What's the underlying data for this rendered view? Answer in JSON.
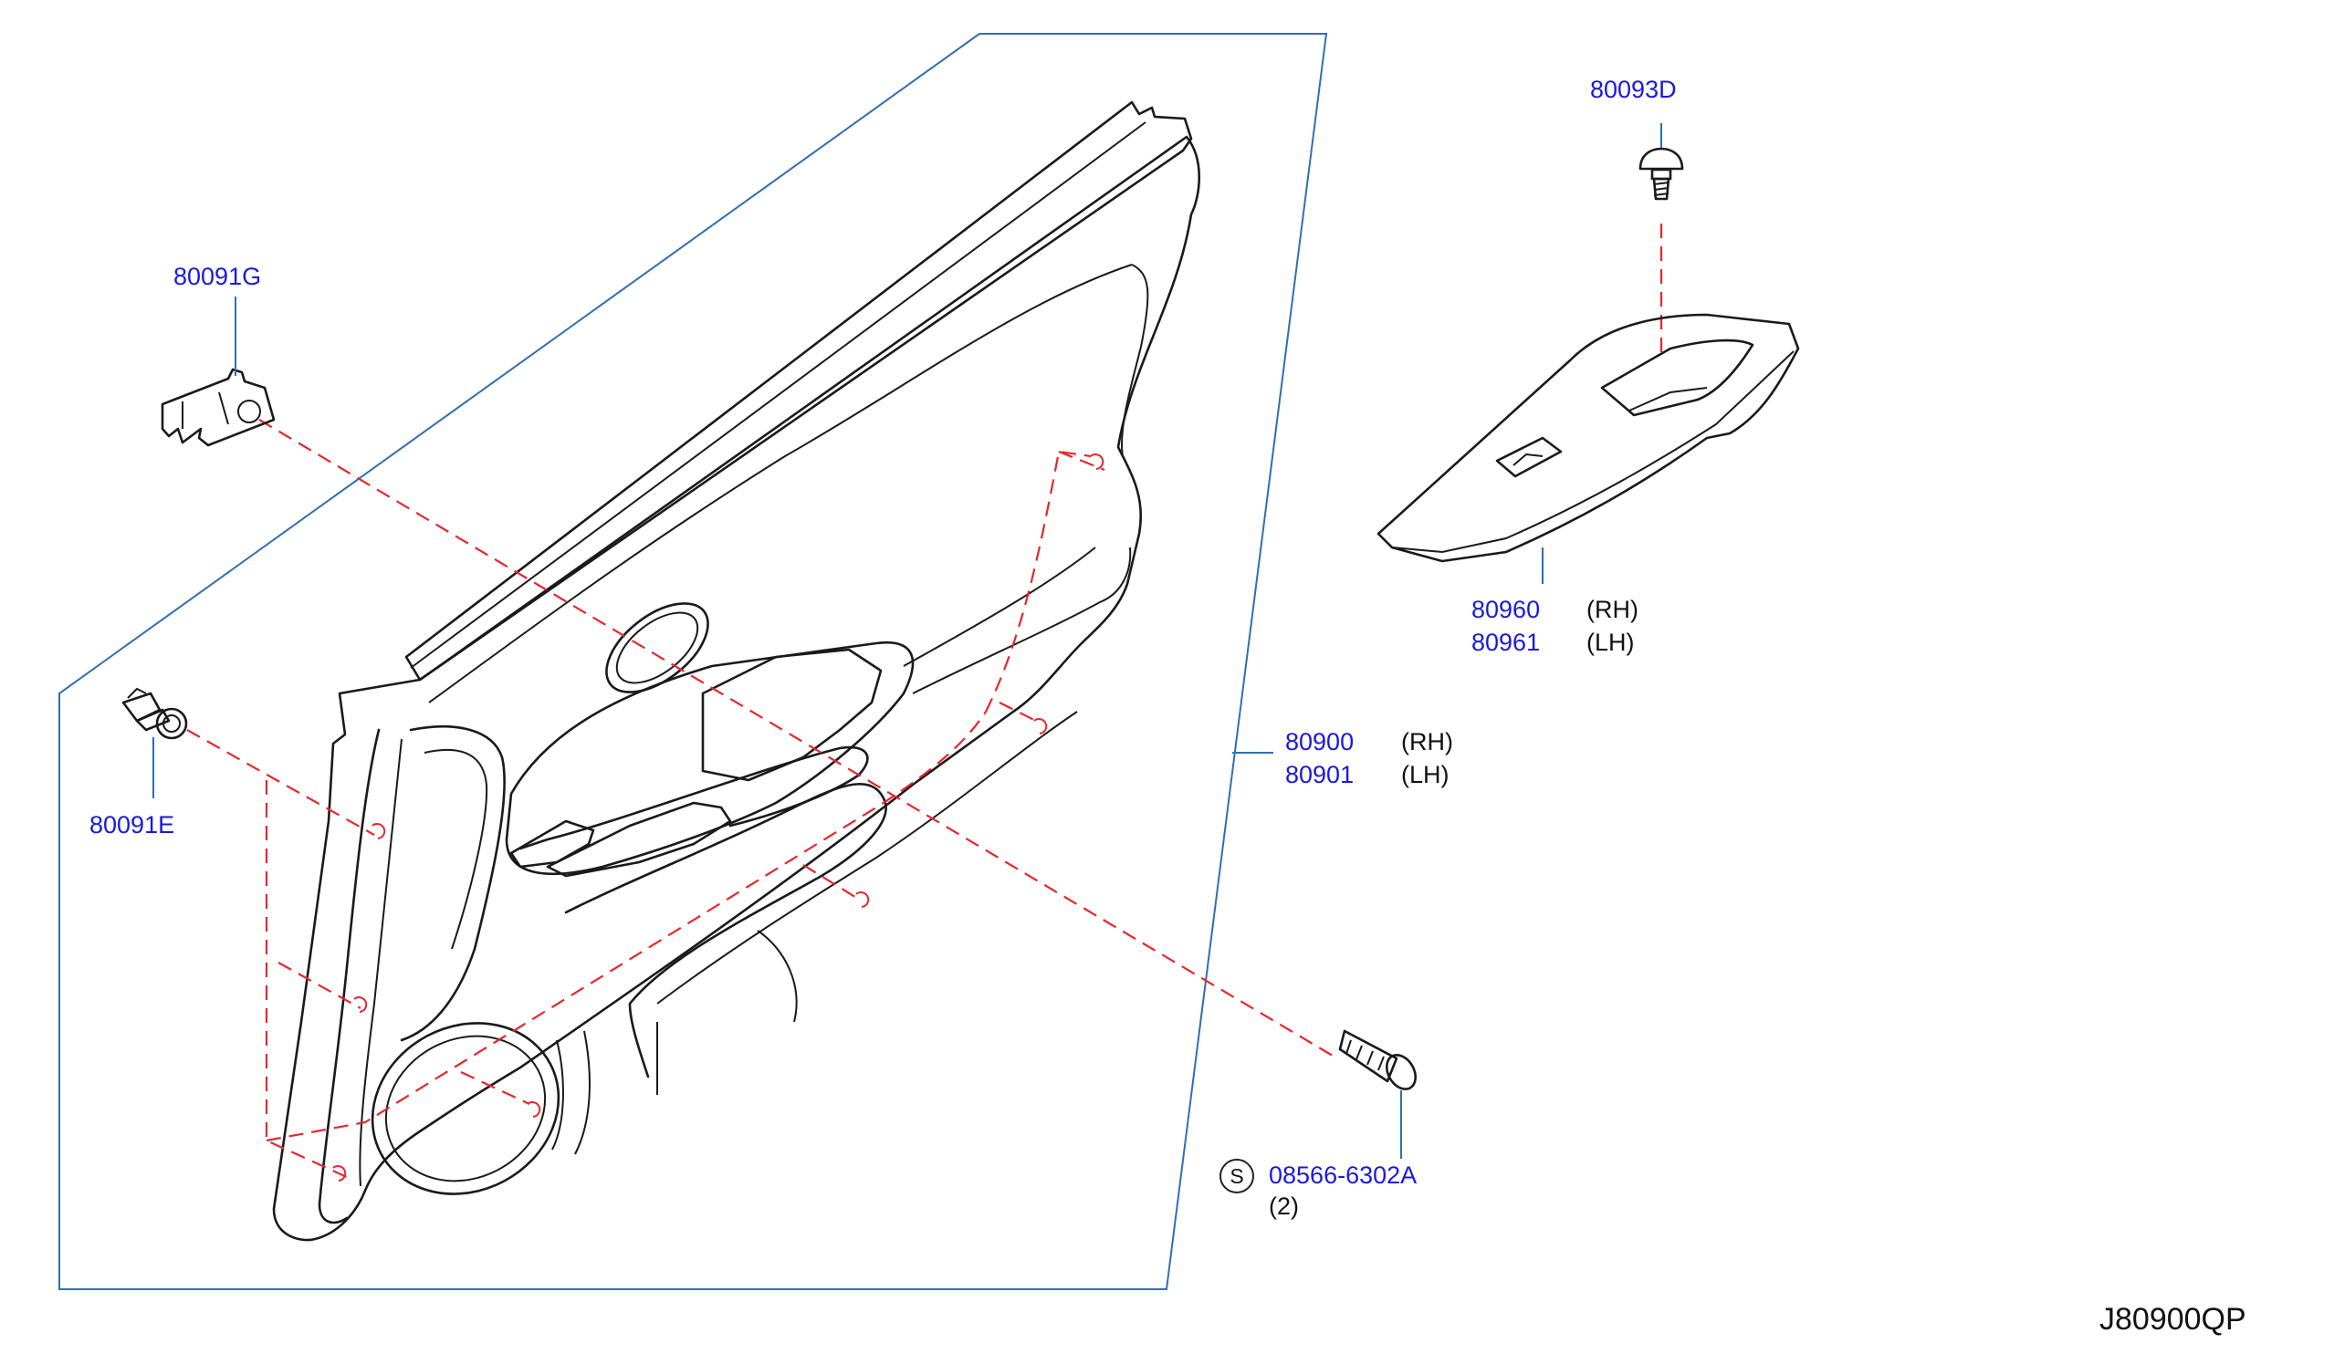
{
  "diagram": {
    "reference_code": "J80900QP",
    "parts": [
      {
        "id": "80091G",
        "label": "80091G"
      },
      {
        "id": "80091E",
        "label": "80091E"
      },
      {
        "id": "80093D",
        "label": "80093D"
      },
      {
        "id": "80960",
        "label": "80960",
        "side": "(RH)"
      },
      {
        "id": "80961",
        "label": "80961",
        "side": "(LH)"
      },
      {
        "id": "80900",
        "label": "80900",
        "side": "(RH)"
      },
      {
        "id": "80901",
        "label": "80901",
        "side": "(LH)"
      },
      {
        "id": "08566-6302A",
        "label": "08566-6302A",
        "qty": "(2)",
        "symbol": "S"
      }
    ],
    "colors": {
      "part_number": "#1a1adb",
      "leader_line": "#2f6fb3",
      "dashed_line": "#e8262b",
      "outline": "#1a1a1a"
    }
  }
}
